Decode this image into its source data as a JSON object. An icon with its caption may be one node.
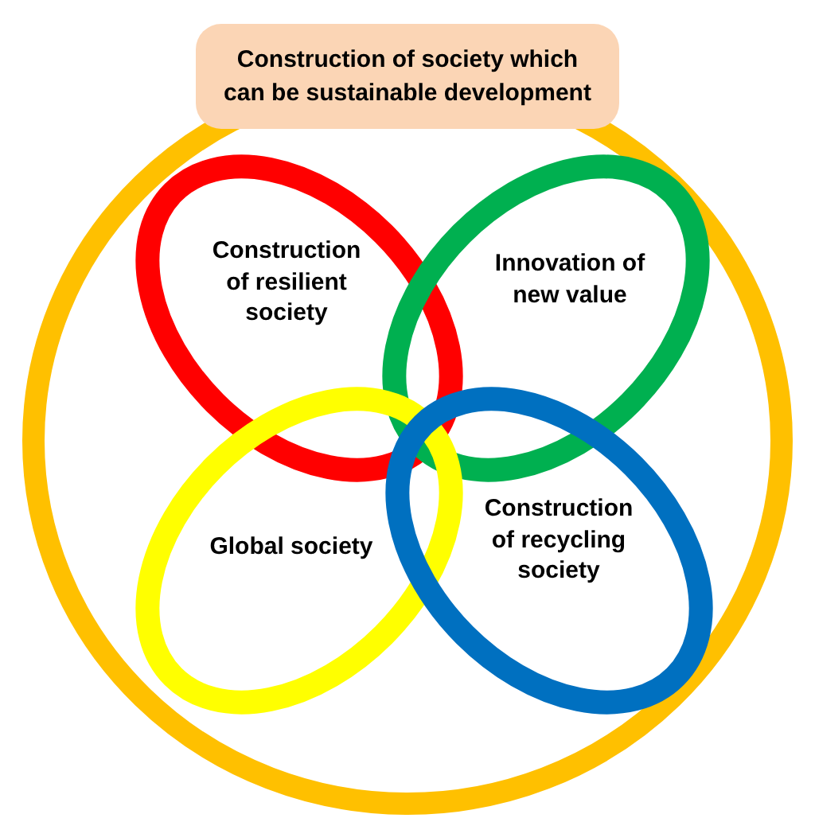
{
  "diagram": {
    "nodes": [
      {
        "text": [
          "Construction of society which can be sustainable development"
        ]
      },
      {
        "text": [],
        "shape": "circle"
      },
      {
        "text": [
          "Construction of resilient society"
        ],
        "in": 1
      },
      {
        "text": [
          "Innovation of new value"
        ],
        "in": 1
      },
      {
        "text": [
          "Global society"
        ],
        "in": 1
      },
      {
        "text": [
          "Construction of recycling society"
        ],
        "in": 1
      }
    ]
  }
}
